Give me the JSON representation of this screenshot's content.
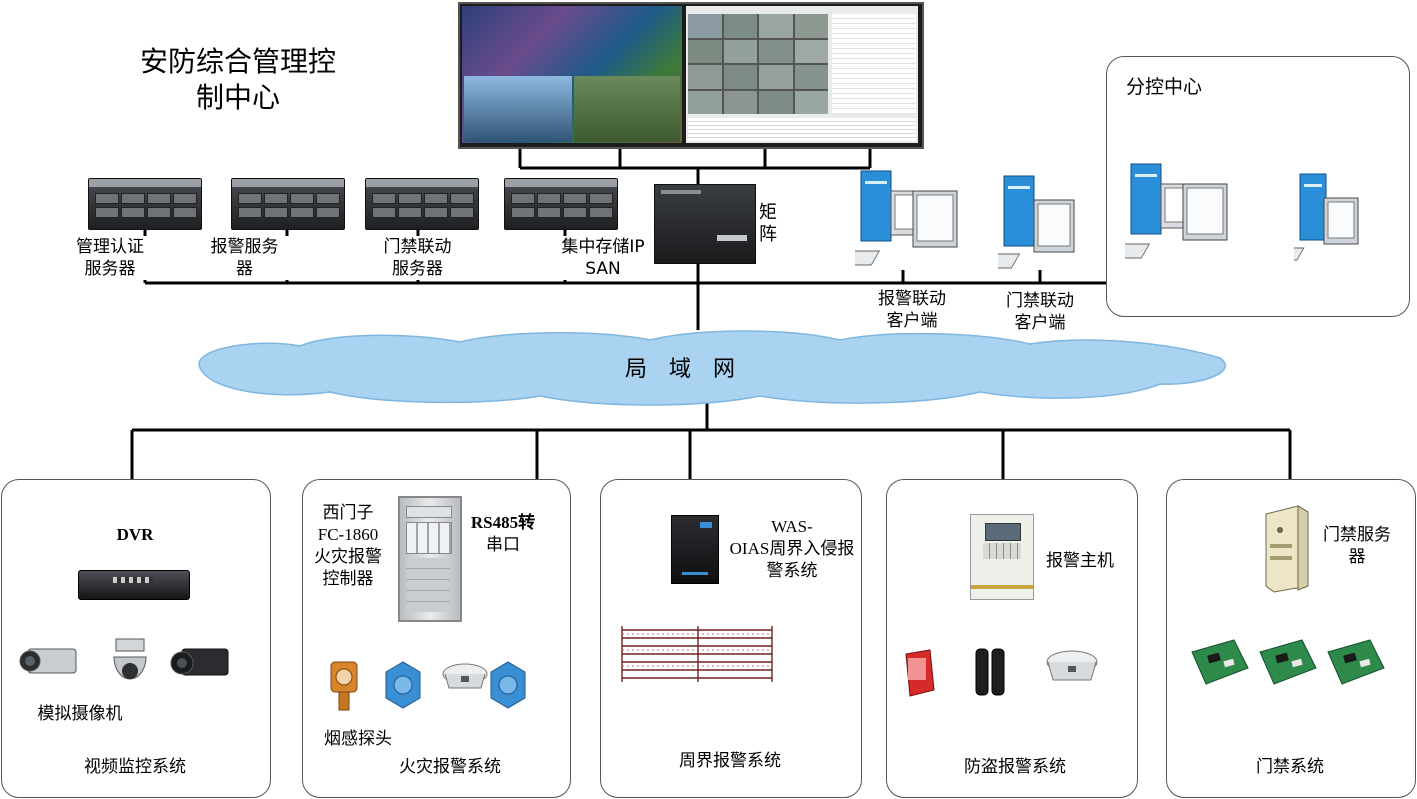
{
  "control_center": {
    "title_line1": "安防综合管理控",
    "title_line2": "制中心"
  },
  "servers": [
    {
      "label_line1": "管理认证",
      "label_line2": "服务器"
    },
    {
      "label_line1": "报警服务",
      "label_line2": "器"
    },
    {
      "label_line1": "门禁联动",
      "label_line2": "服务器"
    },
    {
      "label_line1": "集中存储IP",
      "label_line2": "SAN"
    }
  ],
  "matrix": {
    "label_line1": "矩",
    "label_line2": "阵"
  },
  "clients": [
    {
      "label_line1": "报警联动",
      "label_line2": "客户端"
    },
    {
      "label_line1": "门禁联动",
      "label_line2": "客户端"
    }
  ],
  "sub_center": {
    "title": "分控中心"
  },
  "lan": {
    "label": "局　域　网"
  },
  "subsystems": {
    "video": {
      "title": "视频监控系统",
      "dvr_label": "DVR",
      "camera_label": "模拟摄像机"
    },
    "fire": {
      "title": "火灾报警系统",
      "controller_line1": "西门子",
      "controller_line2": "FC-1860",
      "controller_line3": "火灾报警",
      "controller_line4": "控制器",
      "converter_line1": "RS485转",
      "converter_line2": "串口",
      "detector_label": "烟感探头"
    },
    "perimeter": {
      "title": "周界报警系统",
      "device_line1": "WAS-",
      "device_line2": "OIAS周界入侵报",
      "device_line3": "警系统"
    },
    "theft": {
      "title": "防盗报警系统",
      "host_label": "报警主机"
    },
    "access": {
      "title": "门禁系统",
      "server_line1": "门禁服务",
      "server_line2": "器"
    }
  },
  "colors": {
    "cloud": "#a9d3f0",
    "cloud_edge": "#7fb6e0",
    "wire": "#000000",
    "monitor_blue": "#2a8fd8"
  }
}
